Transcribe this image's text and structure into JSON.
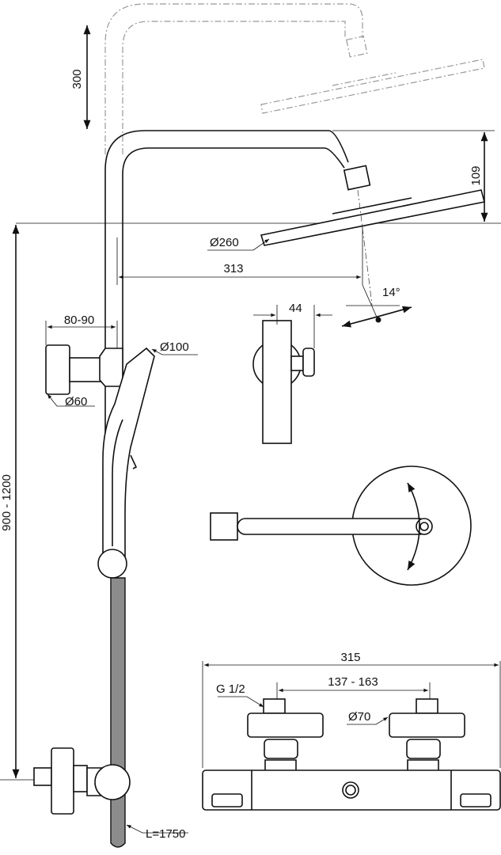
{
  "dimensions": {
    "raise_height": "300",
    "head_drop": "109",
    "head_diameter": "Ø260",
    "arm_projection": "313",
    "tilt_angle": "14°",
    "bracket_projection": "80-90",
    "hand_shower_diameter": "Ø100",
    "handle_offset": "44",
    "bracket_diameter": "Ø60",
    "height_range": "900 - 1200",
    "mixer_width": "315",
    "thread": "G 1/2",
    "inlet_spacing": "137 - 163",
    "cover_diameter": "Ø70",
    "hose_length": "L=1750"
  }
}
